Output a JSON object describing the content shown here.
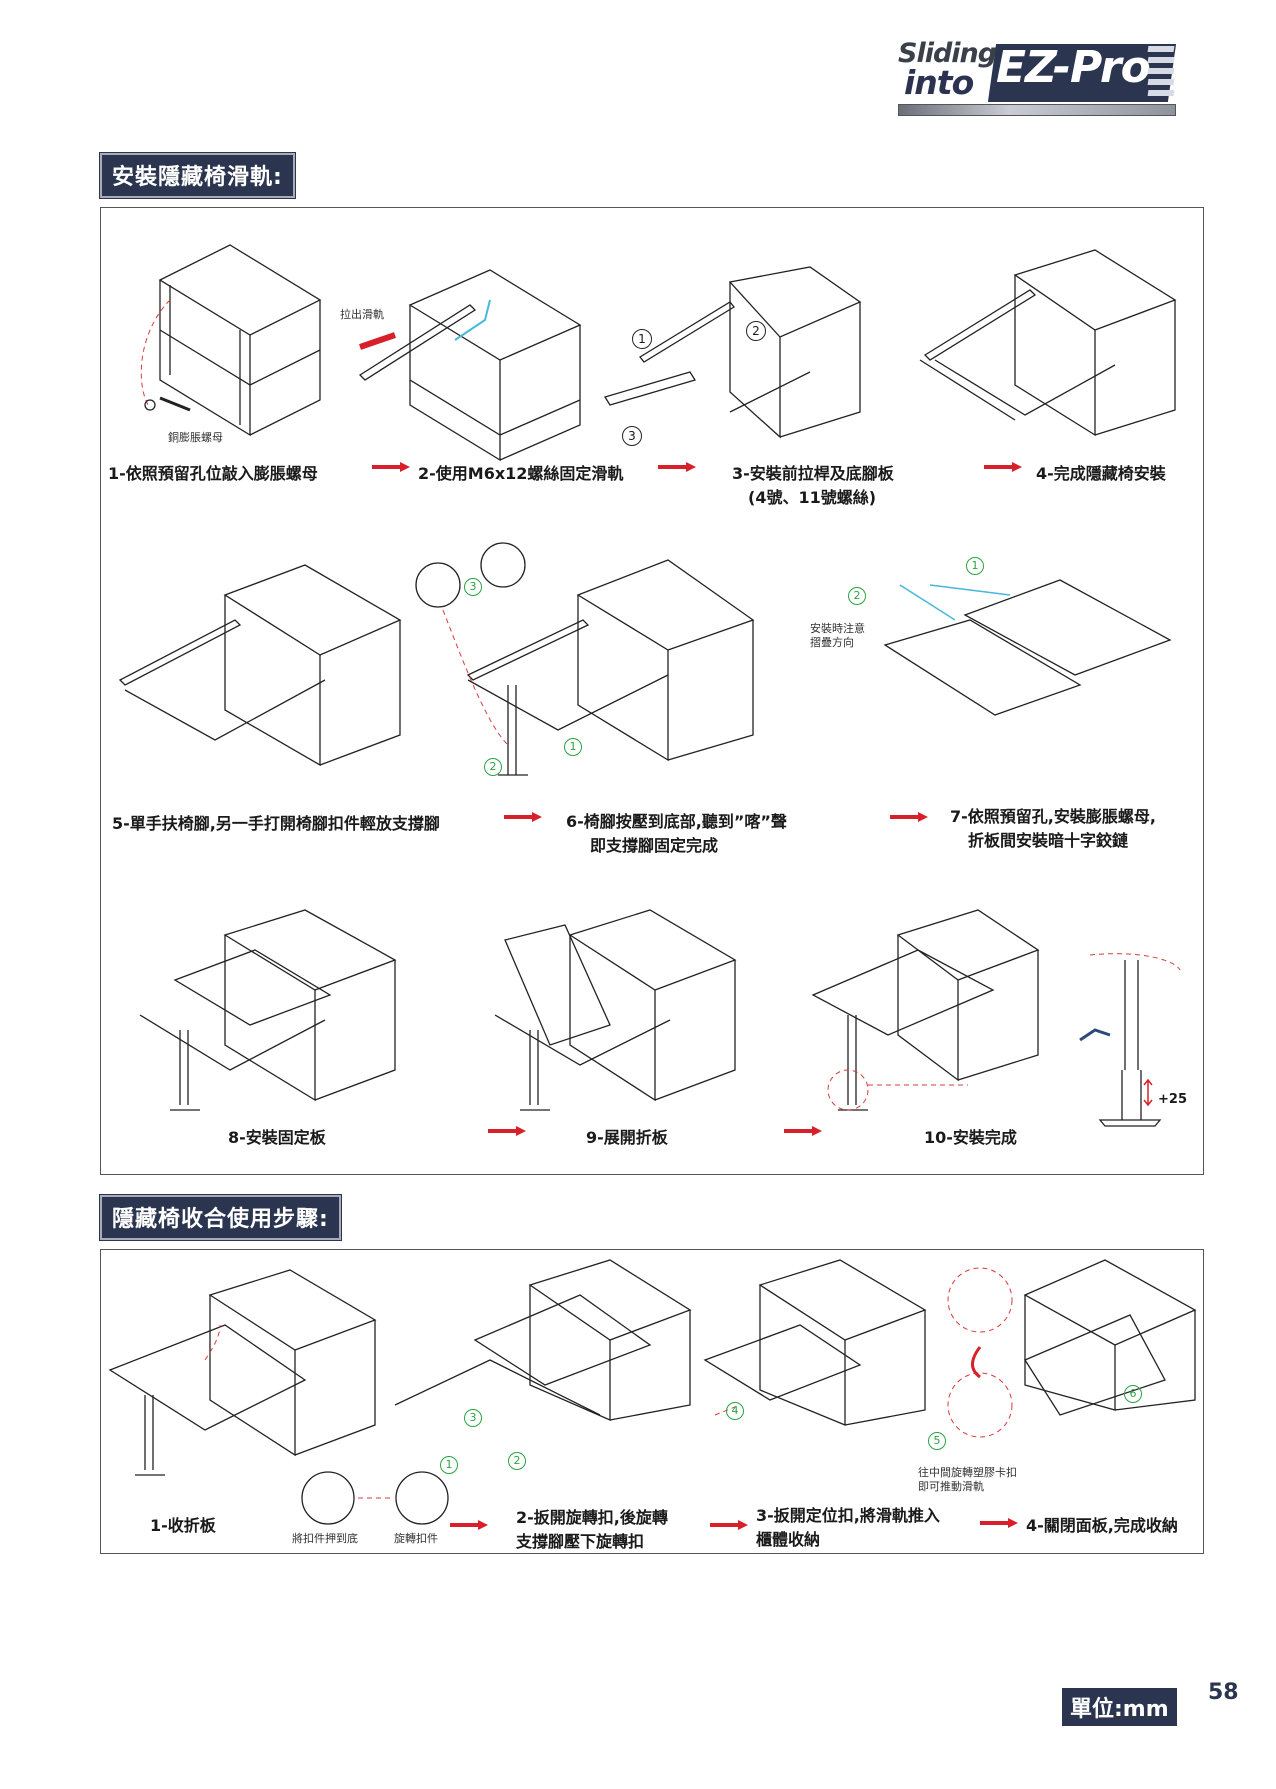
{
  "logo": {
    "word1": "Sliding",
    "word2": "into",
    "brand": "EZ-Pro"
  },
  "colors": {
    "accent": "#2b3550",
    "arrow": "#d8202a",
    "guide": "#d83a3a"
  },
  "install_section": {
    "title": "安裝隱藏椅滑軌:",
    "row1": {
      "label_pull": "拉出滑軌",
      "label_nut": "銅膨脹螺母",
      "step1": "1-依照預留孔位敲入膨脹螺母",
      "step2": "2-使用M6x12螺絲固定滑軌",
      "step3_line1": "3-安裝前拉桿及底腳板",
      "step3_line2": "(4號、11號螺絲)",
      "step4": "4-完成隱藏椅安裝"
    },
    "row2": {
      "note_line1": "安裝時注意",
      "note_line2": "摺疊方向",
      "step5": "5-單手扶椅腳,另一手打開椅腳扣件輕放支撐腳",
      "step6_line1": "6-椅腳按壓到底部,聽到”喀”聲",
      "step6_line2": "即支撐腳固定完成",
      "step7_line1": "7-依照預留孔,安裝膨脹螺母,",
      "step7_line2": "折板間安裝暗十字鉸鏈"
    },
    "row3": {
      "step8": "8-安裝固定板",
      "step9": "9-展開折板",
      "step10": "10-安裝完成",
      "height_note": "+25"
    }
  },
  "usage_section": {
    "title": "隱藏椅收合使用步驟:",
    "step1": "1-收折板",
    "label_push": "將扣件押到底",
    "label_rotate": "旋轉扣件",
    "step2_line1": "2-扳開旋轉扣,後旋轉",
    "step2_line2": "支撐腳壓下旋轉扣",
    "step3_line1": "3-扳開定位扣,將滑軌推入",
    "step3_line2": "櫃體收納",
    "note_line1": "往中間旋轉塑膠卡扣",
    "note_line2": "即可推動滑軌",
    "step4": "4-關閉面板,完成收納"
  },
  "circle_numbers": [
    "1",
    "2",
    "3",
    "4",
    "5",
    "6"
  ],
  "footer": {
    "unit": "單位:mm",
    "page_number": "58"
  }
}
